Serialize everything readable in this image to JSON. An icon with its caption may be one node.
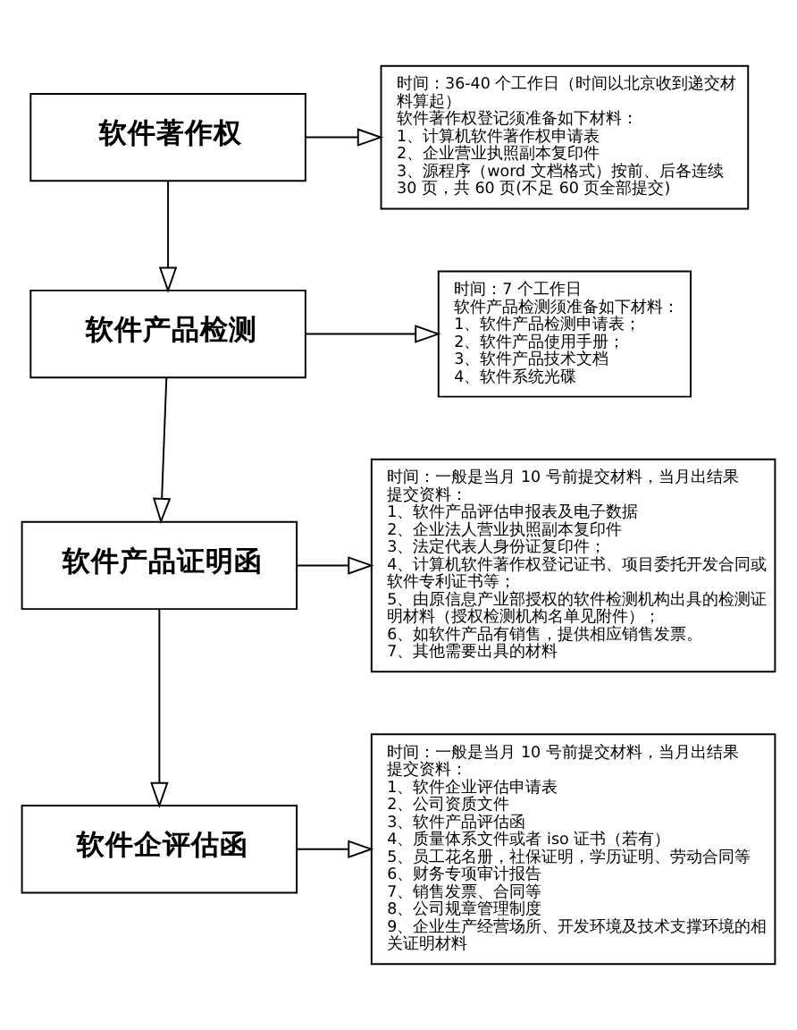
{
  "diagram": {
    "nodes": [
      {
        "text": [
          "软件著作权"
        ]
      },
      {
        "text": [
          "时间：36-40 个工作日（时间以北京收到递交材料算起）",
          "软件著作权登记须准备如下材料：",
          "1、计算机软件著作权申请表",
          "2、企业营业执照副本复印件",
          "3、源程序（word 文档格式）按前、后各连续 30 页，共 60 页(不足 60 页全部提交)"
        ]
      },
      {
        "text": [
          "软件产品检测"
        ]
      },
      {
        "text": [
          "时间：7 个工作日",
          "软件产品检测须准备如下材料：",
          "1、软件产品检测申请表；",
          "2、软件产品使用手册；",
          "3、软件产品技术文档",
          "4、软件系统光碟"
        ]
      },
      {
        "text": [
          "软件产品证明函"
        ]
      },
      {
        "text": [
          "时间：一般是当月 10 号前提交材料，当月出结果",
          "提交资料：",
          "1、软件产品评估申报表及电子数据",
          "2、企业法人营业执照副本复印件",
          "3、法定代表人身份证复印件；",
          "4、计算机软件著作权登记证书、项目委托开发合同或软件专利证书等；",
          "5、由原信息产业部授权的软件检测机构出具的检测证明材料（授权检测机构名单见附件）；",
          "6、如软件产品有销售，提供相应销售发票。",
          "7、其他需要出具的材料"
        ]
      },
      {
        "text": [
          "软件企评估函"
        ]
      },
      {
        "text": [
          "时间：一般是当月 10 号前提交材料，当月出结果",
          "提交资料：",
          "1、软件企业评估申请表",
          "2、公司资质文件",
          "3、软件产品评估函",
          "4、质量体系文件或者 iso 证书（若有）",
          "5、员工花名册，社保证明，学历证明、劳动合同等",
          "6、财务专项审计报告",
          "7、销售发票、合同等",
          "8、公司规章管理制度",
          "9、企业生产经营场所、开发环境及技术支撑环境的相关证明材料"
        ]
      }
    ],
    "edges": [
      {
        "from": 0,
        "to": 2,
        "arrow": "to"
      },
      {
        "from": 2,
        "to": 4,
        "arrow": "to"
      },
      {
        "from": 4,
        "to": 6,
        "arrow": "to"
      },
      {
        "from": 0,
        "to": 1,
        "arrow": "to"
      },
      {
        "from": 2,
        "to": 3,
        "arrow": "to"
      },
      {
        "from": 4,
        "to": 5,
        "arrow": "to"
      },
      {
        "from": 6,
        "to": 7,
        "arrow": "to"
      }
    ]
  }
}
